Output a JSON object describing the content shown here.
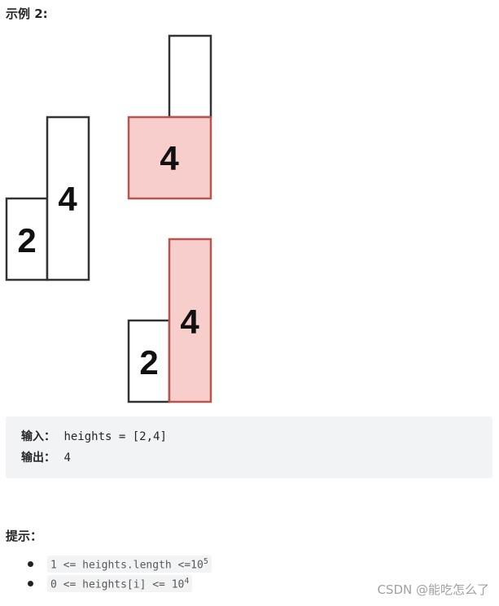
{
  "example": {
    "title": "示例 2:",
    "input_label": "输入：",
    "input_value": "heights = [2,4]",
    "output_label": "输出：",
    "output_value": "4"
  },
  "figure": {
    "original": [
      {
        "height": 2,
        "label": "2"
      },
      {
        "height": 4,
        "label": "4"
      }
    ],
    "split_top": {
      "label": "4",
      "highlight": true
    },
    "split_bottom": [
      {
        "height": 2,
        "label": "2"
      },
      {
        "height": 4,
        "label": "4",
        "highlight": true
      }
    ],
    "colors": {
      "outline": "#333333",
      "highlight_fill": "#f8cecc",
      "highlight_stroke": "#b85450"
    }
  },
  "hints": {
    "title": "提示：",
    "items": [
      {
        "text": "1 <= heights.length <=10",
        "sup": "5"
      },
      {
        "text": "0 <= heights[i] <= 10",
        "sup": "4"
      }
    ]
  },
  "watermark": "CSDN @能吃怎么了"
}
